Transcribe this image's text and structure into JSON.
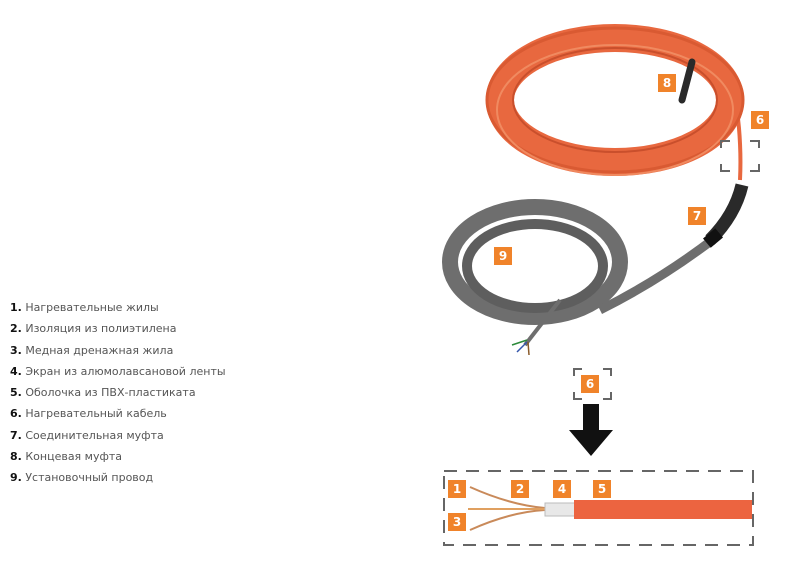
{
  "legend": [
    {
      "num": "1.",
      "label": "Нагревательные жилы"
    },
    {
      "num": "2.",
      "label": "Изоляция из полиэтилена"
    },
    {
      "num": "3.",
      "label": "Медная дренажная жила"
    },
    {
      "num": "4.",
      "label": "Экран из алюмолавсановой ленты"
    },
    {
      "num": "5.",
      "label": "Оболочка из ПВХ-пластиката"
    },
    {
      "num": "6.",
      "label": "Нагревательный кабель"
    },
    {
      "num": "7.",
      "label": "Соединительная муфта"
    },
    {
      "num": "8.",
      "label": "Концевая муфта"
    },
    {
      "num": "9.",
      "label": "Установочный провод"
    }
  ],
  "badges": {
    "b8": "8",
    "b6": "6",
    "b7": "7",
    "b9": "9",
    "b6b": "6",
    "b1": "1",
    "b2": "2",
    "b3": "3",
    "b4": "4",
    "b5": "5"
  },
  "colors": {
    "accent": "#F0832A",
    "cable": "#E8683F",
    "wire": "#6b6b6b"
  }
}
